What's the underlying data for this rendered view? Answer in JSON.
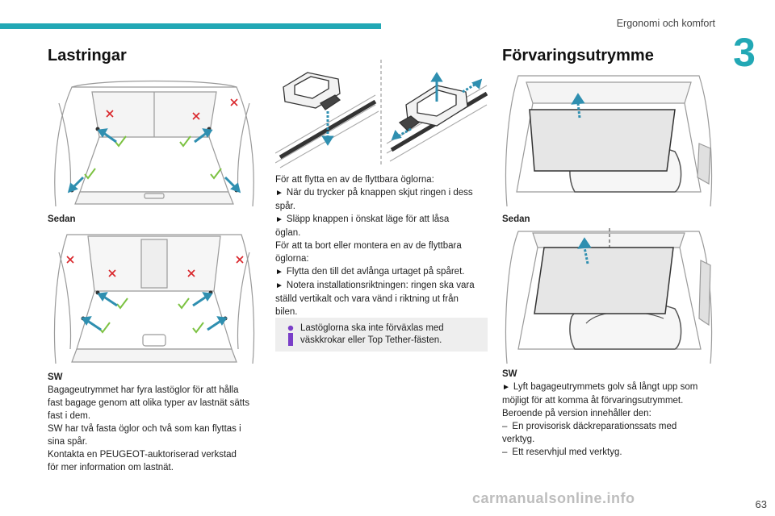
{
  "header": {
    "section": "Ergonomi och komfort",
    "chapter": "3",
    "page_number": "63"
  },
  "left": {
    "title": "Lastringar",
    "caption_sedan": "Sedan",
    "caption_sw": "SW",
    "paragraphs": [
      "Bagageutrymmet har fyra lastöglor för att hålla",
      "fast bagage genom att olika typer av lastnät sätts",
      "fast i dem.",
      "SW har två fasta öglor och två som kan flyttas i",
      "sina spår.",
      "Kontakta en PEUGEOT-auktoriserad verkstad",
      "för mer information om lastnät."
    ]
  },
  "middle": {
    "lines": [
      {
        "bullet": false,
        "text": "För att flytta en av de flyttbara öglorna:"
      },
      {
        "bullet": true,
        "text": "När du trycker på knappen skjut ringen i dess"
      },
      {
        "bullet": false,
        "text": "spår."
      },
      {
        "bullet": true,
        "text": "Släpp knappen i önskat läge för att låsa"
      },
      {
        "bullet": false,
        "text": "öglan."
      },
      {
        "bullet": false,
        "text": "För att ta bort eller montera en av de flyttbara"
      },
      {
        "bullet": false,
        "text": "öglorna:"
      },
      {
        "bullet": true,
        "text": "Flytta den till det avlånga urtaget på spåret."
      },
      {
        "bullet": true,
        "text": "Notera installationsriktningen: ringen ska vara"
      },
      {
        "bullet": false,
        "text": "ställd vertikalt och vara vänd i riktning ut från"
      },
      {
        "bullet": false,
        "text": "bilen."
      }
    ],
    "info_lines": [
      "Lastöglorna ska inte förväxlas med",
      "väskkrokar eller Top Tether-fästen."
    ],
    "bullet_glyph": "►"
  },
  "right": {
    "title": "Förvaringsutrymme",
    "caption_sedan": "Sedan",
    "caption_sw": "SW",
    "lines": [
      {
        "prefix": "►",
        "text": "Lyft bagageutrymmets golv så långt upp som"
      },
      {
        "prefix": "",
        "text": "möjligt för att komma åt förvaringsutrymmet."
      },
      {
        "prefix": "",
        "text": "Beroende på version innehåller den:"
      },
      {
        "prefix": "–",
        "text": "En provisorisk däckreparationssats med"
      },
      {
        "prefix": "",
        "text": "verktyg."
      },
      {
        "prefix": "–",
        "text": "Ett reservhjul med verktyg."
      }
    ]
  },
  "watermark": "carmanualsonline.info",
  "colors": {
    "accent": "#22a8b5",
    "check": "#7cc242",
    "cross": "#d9252a",
    "arrow": "#2f8fb0"
  }
}
